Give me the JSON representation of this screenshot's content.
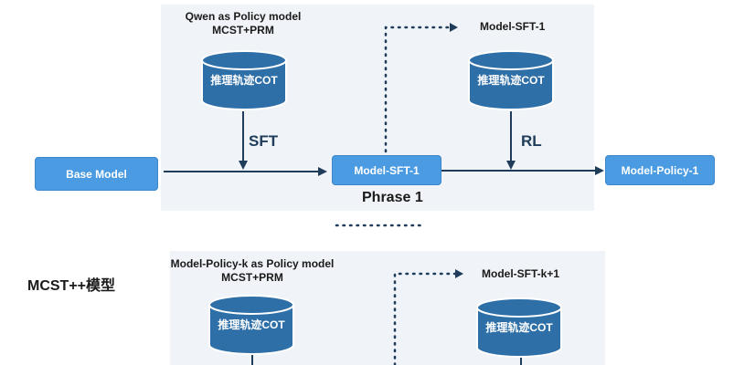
{
  "phase1": {
    "policy_title_line1": "Qwen as Policy model",
    "policy_title_line2": "MCST+PRM",
    "cyl_left_label": "推理轨迹COT",
    "cyl_right_label": "推理轨迹COT",
    "sft_label": "SFT",
    "rl_label": "RL",
    "mid_box": "Model-SFT-1",
    "right_title": "Model-SFT-1",
    "phase_label": "Phrase 1"
  },
  "base_model": "Base Model",
  "policy_out": "Model-Policy-1",
  "side_label": "MCST++模型",
  "phasek": {
    "policy_title_line1": "Model-Policy-k as Policy model",
    "policy_title_line2": "MCST+PRM",
    "cyl_left_label": "推理轨迹COT",
    "cyl_right_label": "推理轨迹COT",
    "right_title": "Model-SFT-k+1"
  },
  "colors": {
    "box_fill": "#4a9be2",
    "cylinder_fill": "#2f6fa8",
    "arrow": "#1f3c5a",
    "panel": "#f0f3f7"
  }
}
